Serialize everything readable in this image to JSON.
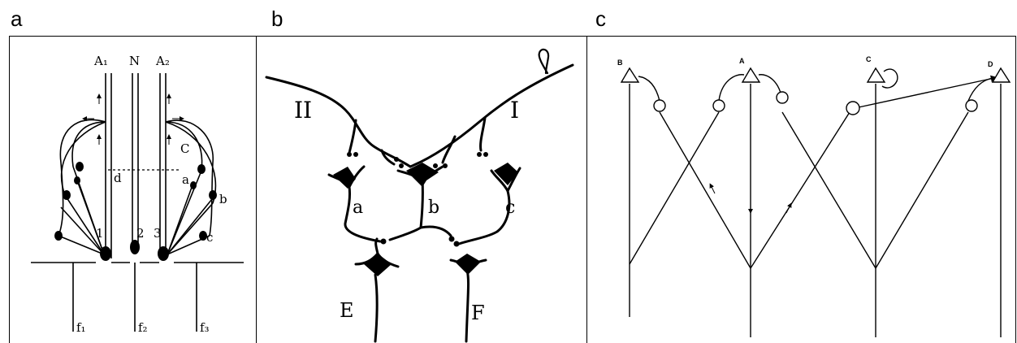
{
  "panels": {
    "a": {
      "letter": "a",
      "labels": {
        "a1": "A₁",
        "n": "N",
        "a2": "A₂",
        "c": "C",
        "d": "d",
        "a": "a",
        "b": "b",
        "c_small": "c",
        "n1": "1",
        "n2": "2",
        "n3": "3",
        "f1": "f₁",
        "f2": "f₂",
        "f3": "f₃"
      }
    },
    "b": {
      "letter": "b",
      "labels": {
        "II": "II",
        "I": "I",
        "a": "a",
        "b": "b",
        "c": "c",
        "E": "E",
        "F": "F"
      }
    },
    "c": {
      "letter": "c",
      "labels": {
        "B": "B",
        "A": "A",
        "C": "C",
        "D": "D"
      }
    }
  }
}
